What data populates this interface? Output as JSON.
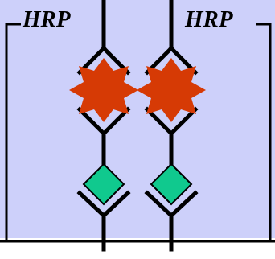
{
  "labels": {
    "left": "HRP",
    "right": "HRP"
  },
  "colors": {
    "background_panel": "#cdd0fa",
    "outer_background": "#ffffff",
    "cross_fill": "#d63a05",
    "diamond_fill": "#10c98e",
    "stroke": "#000000"
  },
  "shapes": {
    "cross": "four-point-star-cross",
    "diamond": "diamond",
    "antibody": "Y-shape"
  }
}
